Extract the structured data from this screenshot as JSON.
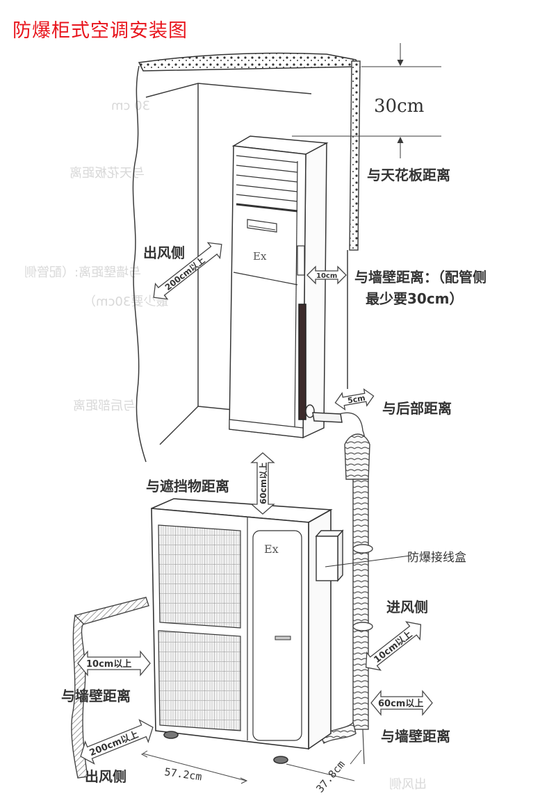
{
  "title": "防爆柜式空调安装图",
  "colors": {
    "title": "#e8141c",
    "line": "#3a3a3a",
    "label": "#333333",
    "ghost_text": "#d8d8d8"
  },
  "indoor_unit": {
    "label_ex": "Ex",
    "ceiling_distance_value": "30cm",
    "ceiling_distance_label": "与天花板距离",
    "outlet_side_label": "出风侧",
    "outlet_distance": "200cm以上",
    "wall_distance_value": "10cm",
    "wall_distance_label_line1": "与墙壁距离：（配管侧",
    "wall_distance_label_line2": "最少要30cm）",
    "rear_distance_value": "5cm",
    "rear_distance_label": "与后部距离"
  },
  "outdoor_unit": {
    "label_ex": "Ex",
    "obstacle_distance_label": "与遮挡物距离",
    "obstacle_distance_value": "60cm以上",
    "junction_box_label": "防爆接线盒",
    "inlet_side_label": "进风侧",
    "inlet_distance": "10cm以上",
    "right_wall_distance_value": "60cm以上",
    "right_wall_distance_label": "与墙壁距离",
    "left_wall_distance_value": "10cm以上",
    "left_wall_distance_label": "与墙壁距离",
    "outlet_distance": "200cm以上",
    "outlet_side_label": "出风侧",
    "width_dimension": "57.2cm",
    "depth_dimension": "37.8cm"
  }
}
